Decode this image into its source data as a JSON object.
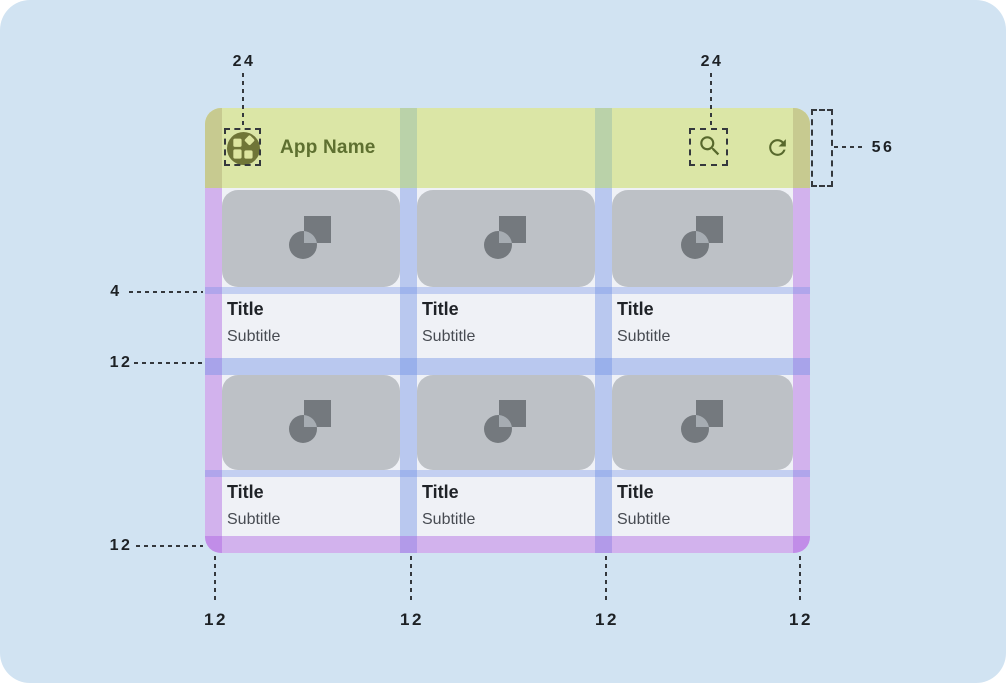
{
  "app": {
    "name": "App Name"
  },
  "appbar": {
    "title": "App Name",
    "nav_icon": "dashboard-grid-icon",
    "action_icons": [
      "search-icon",
      "refresh-icon"
    ]
  },
  "cards": [
    {
      "title": "Title",
      "subtitle": "Subtitle"
    },
    {
      "title": "Title",
      "subtitle": "Subtitle"
    },
    {
      "title": "Title",
      "subtitle": "Subtitle"
    },
    {
      "title": "Title",
      "subtitle": "Subtitle"
    },
    {
      "title": "Title",
      "subtitle": "Subtitle"
    },
    {
      "title": "Title",
      "subtitle": "Subtitle"
    }
  ],
  "annotations": {
    "nav_icon_size": "24",
    "action_icon_size": "24",
    "appbar_height": "56",
    "image_text_gap": "4",
    "row_gutter": "12",
    "bottom_margin_left": "12",
    "bottom_edge_markers": [
      "12",
      "12",
      "12",
      "12"
    ]
  },
  "colors": {
    "canvas_bg": "#d1e3f2",
    "appbar_bg": "#dbe6a6",
    "appbar_text": "#5e7030",
    "margin_overlay_purple": "#dcc3f1",
    "gutter_overlay_blue": "#c3d3f4",
    "card_image_gray": "#bdc1c6",
    "content_bg": "#eff1f6",
    "icon_olive": "#57682c"
  }
}
